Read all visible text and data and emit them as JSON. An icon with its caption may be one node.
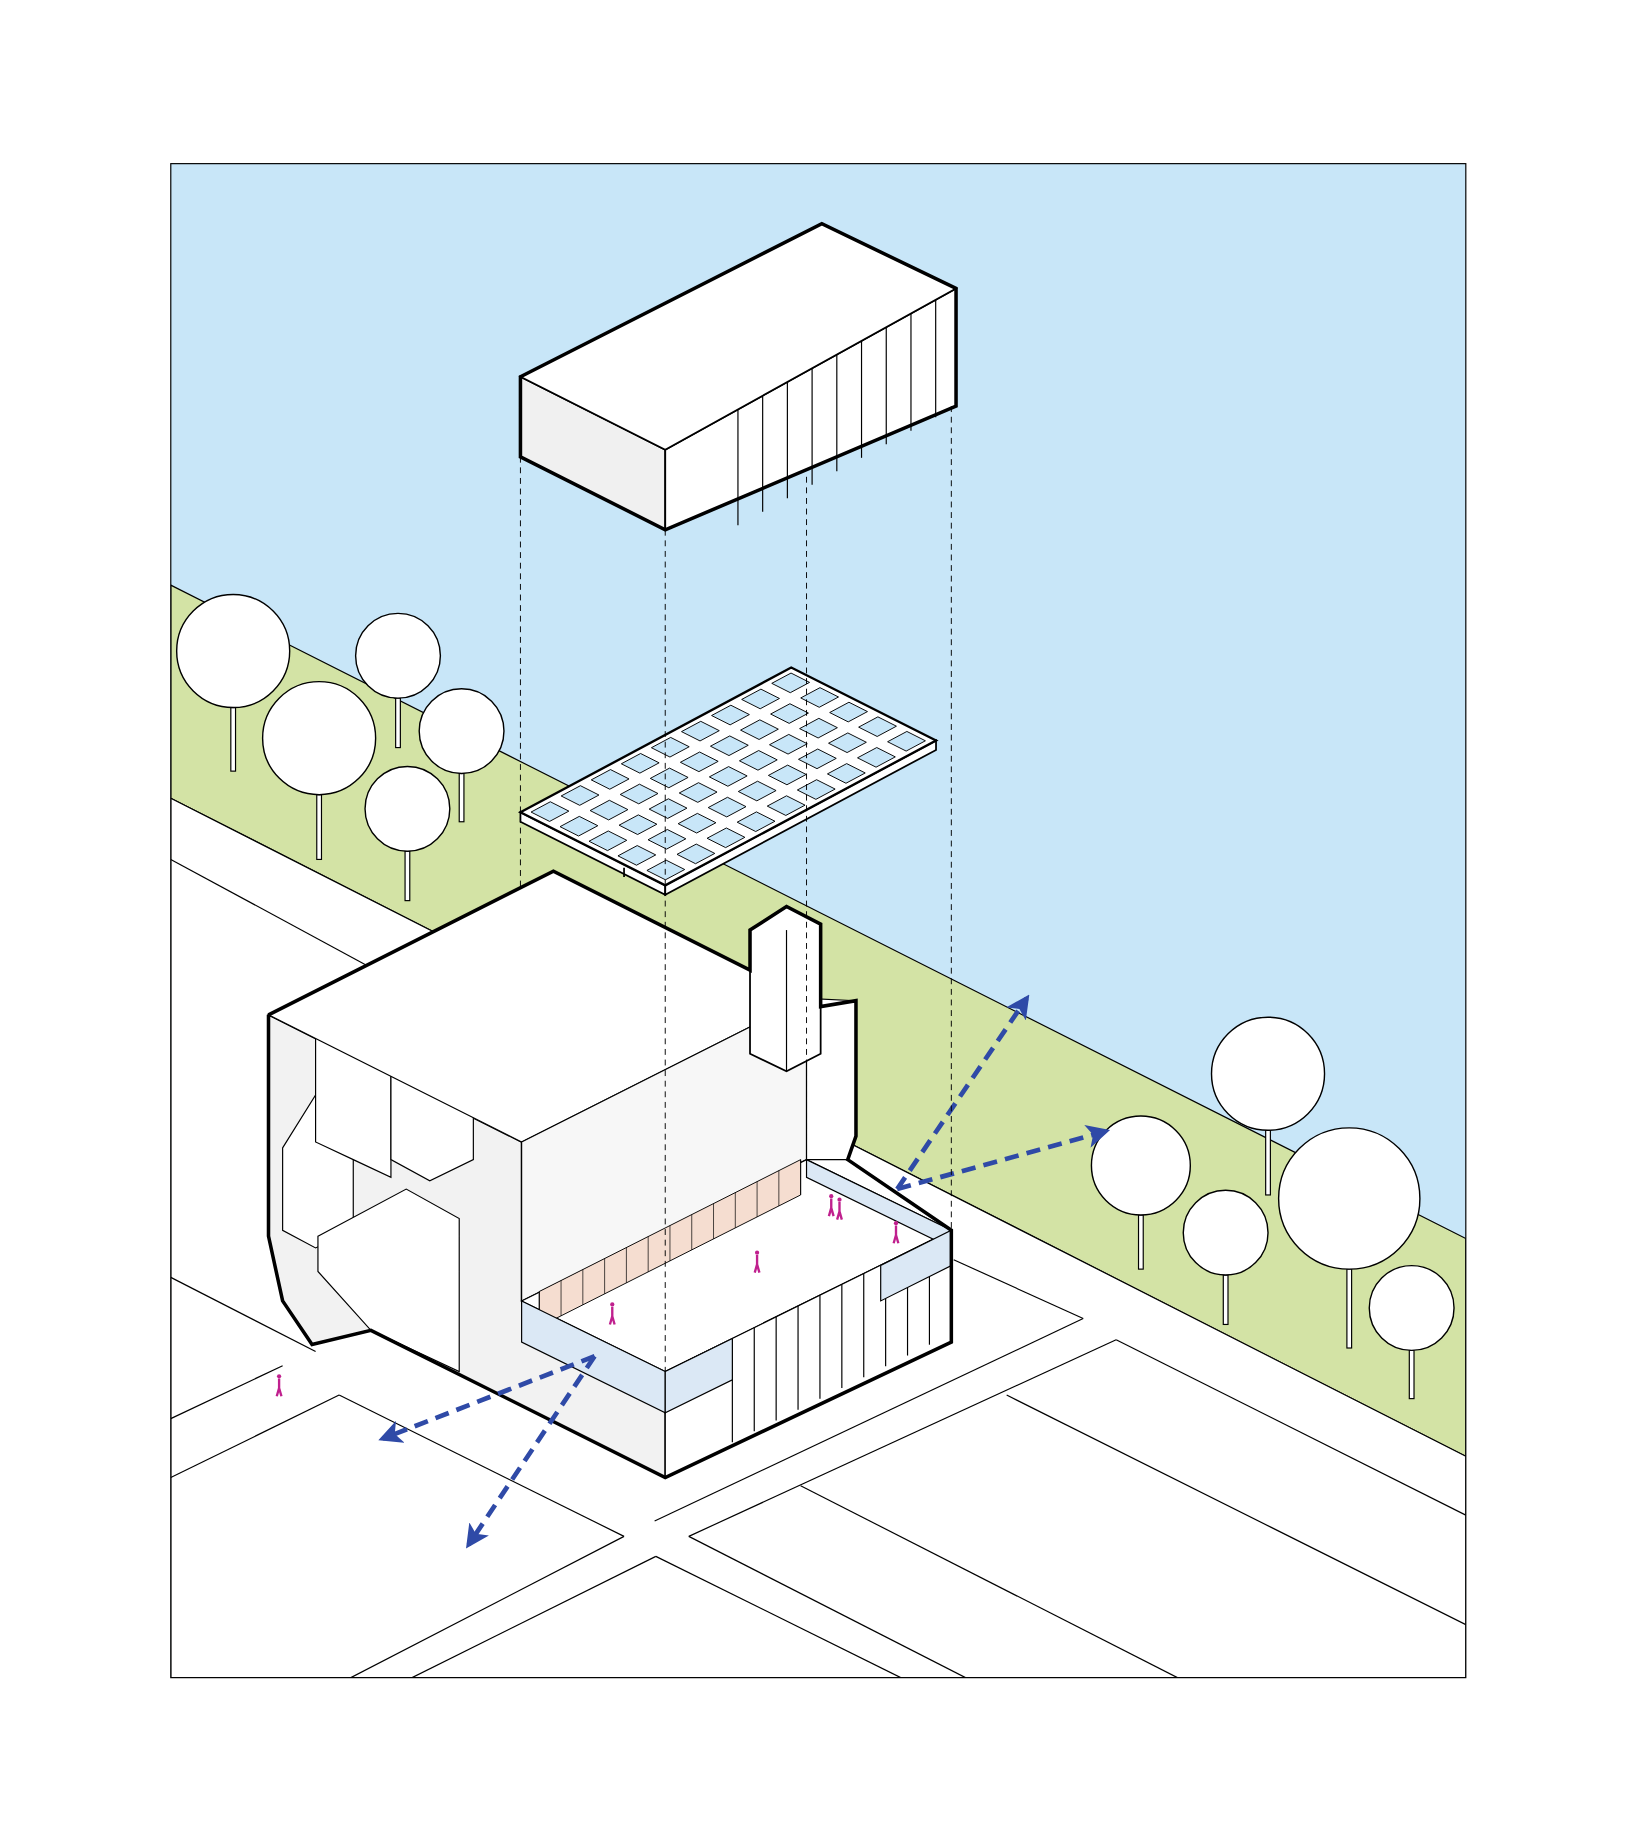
{
  "diagram": {
    "nodes": [
      {
        "text": [],
        "shape": "picture"
      },
      {
        "text": [],
        "shape": "box"
      },
      {
        "text": [],
        "shape": "tree"
      }
    ],
    "edges": [
      {
        "from": 0,
        "to": null,
        "arrow": "to",
        "style": "dashed",
        "color": "#2f4aa7"
      },
      {
        "from": 0,
        "to": null,
        "arrow": "to",
        "style": "dashed",
        "color": "#2f4aa7"
      },
      {
        "from": 0,
        "to": null,
        "arrow": "to",
        "style": "dashed",
        "color": "#2f4aa7"
      },
      {
        "from": 0,
        "to": 2,
        "arrow": "to",
        "style": "dashed",
        "color": "#2f4aa7"
      },
      {
        "from": 1,
        "to": 0,
        "arrow": "none",
        "style": "dashed",
        "color": "#000000"
      },
      {
        "from": 1,
        "to": 0,
        "arrow": "none",
        "style": "dashed",
        "color": "#000000"
      },
      {
        "from": 1,
        "to": 0,
        "arrow": "none",
        "style": "dashed",
        "color": "#000000"
      },
      {
        "from": 1,
        "to": 0,
        "arrow": "none",
        "style": "dashed",
        "color": "#000000"
      }
    ]
  }
}
